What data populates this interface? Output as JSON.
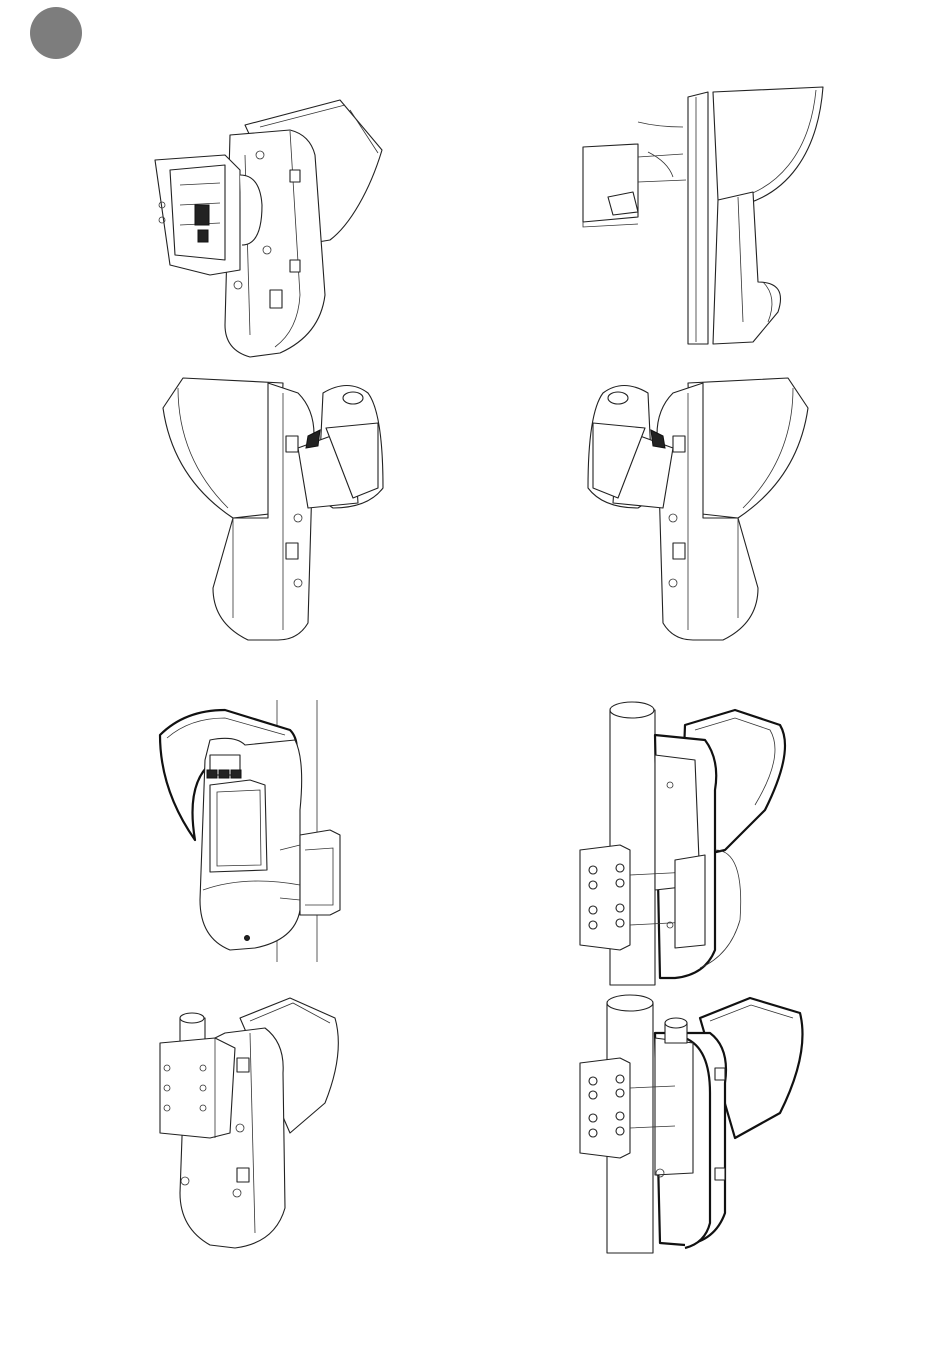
{
  "page": {
    "badge_icon": "page-marker-circle",
    "badge_color": "#7d7d7d"
  },
  "figures": [
    {
      "name": "figure-wall-box-mount",
      "icon": "detector-with-wall-box-illustration"
    },
    {
      "name": "figure-side-wall-mount",
      "icon": "detector-side-profile-illustration"
    },
    {
      "name": "figure-bracket-left",
      "icon": "detector-swivel-bracket-left-illustration"
    },
    {
      "name": "figure-bracket-right",
      "icon": "detector-swivel-bracket-right-illustration"
    },
    {
      "name": "figure-pole-front",
      "icon": "detector-pole-front-illustration"
    },
    {
      "name": "figure-pole-clamp",
      "icon": "detector-pole-clamp-illustration"
    },
    {
      "name": "figure-pole-plate-back",
      "icon": "detector-pole-plate-back-illustration"
    },
    {
      "name": "figure-pole-clamp-rotated",
      "icon": "detector-pole-clamp-rotated-illustration"
    }
  ]
}
